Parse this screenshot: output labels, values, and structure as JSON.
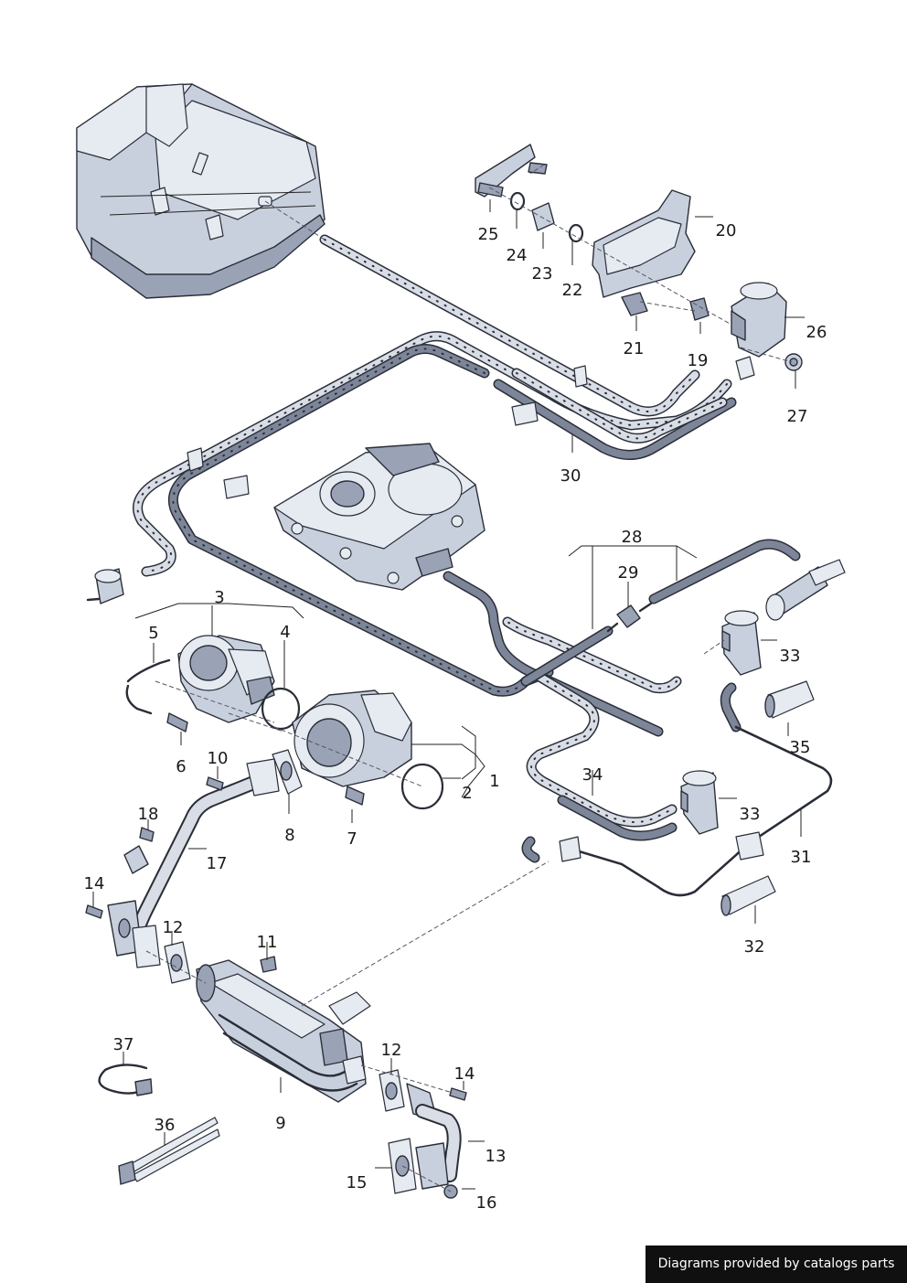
{
  "labels": {
    "l1": "1",
    "l2": "2",
    "l3": "3",
    "l4": "4",
    "l5": "5",
    "l6": "6",
    "l7": "7",
    "l8": "8",
    "l9": "9",
    "l10": "10",
    "l11": "11",
    "l12a": "12",
    "l12b": "12",
    "l13": "13",
    "l14a": "14",
    "l14b": "14",
    "l15": "15",
    "l16": "16",
    "l17": "17",
    "l18": "18",
    "l19": "19",
    "l20": "20",
    "l21": "21",
    "l22": "22",
    "l23": "23",
    "l24": "24",
    "l25": "25",
    "l26": "26",
    "l27": "27",
    "l28": "28",
    "l29": "29",
    "l30": "30",
    "l31": "31",
    "l32": "32",
    "l33a": "33",
    "l33b": "33",
    "l34": "34",
    "l35": "35",
    "l36": "36",
    "l37": "37"
  },
  "footer": {
    "text": "Diagrams provided by catalogs parts"
  },
  "colors": {
    "part_fill": "#c9d0dd",
    "outline": "#2a2e38",
    "footer_bg": "#101010"
  }
}
